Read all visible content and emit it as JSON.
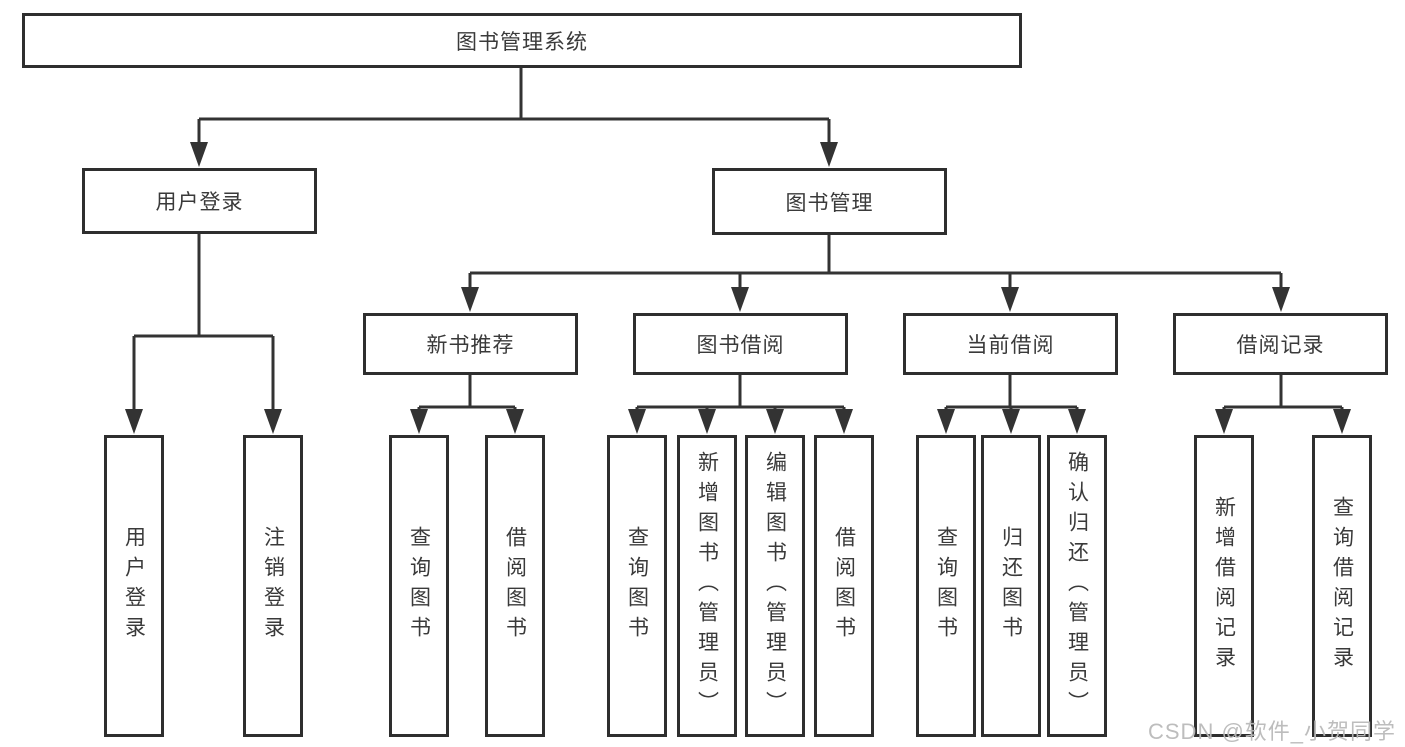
{
  "diagram": {
    "type": "functional-structure-tree",
    "colors": {
      "line": "#333333",
      "border": "#2e2e2e",
      "text": "#3a3a3a",
      "watermark": "#b9b9b9",
      "background": "#ffffff"
    }
  },
  "tree": {
    "root": {
      "label": "图书管理系统"
    },
    "children": [
      {
        "label": "用户登录",
        "children": [
          {
            "label": "用户登录"
          },
          {
            "label": "注销登录"
          }
        ]
      },
      {
        "label": "图书管理",
        "children": [
          {
            "label": "新书推荐",
            "children": [
              {
                "label": "查询图书"
              },
              {
                "label": "借阅图书"
              }
            ]
          },
          {
            "label": "图书借阅",
            "children": [
              {
                "label": "查询图书"
              },
              {
                "label": "新增图书（管理员）"
              },
              {
                "label": "编辑图书（管理员）"
              },
              {
                "label": "借阅图书"
              }
            ]
          },
          {
            "label": "当前借阅",
            "children": [
              {
                "label": "查询图书"
              },
              {
                "label": "归还图书"
              },
              {
                "label": "确认归还（管理员）"
              }
            ]
          },
          {
            "label": "借阅记录",
            "children": [
              {
                "label": "新增借阅记录"
              },
              {
                "label": "查询借阅记录"
              }
            ]
          }
        ]
      }
    ]
  },
  "watermark": {
    "text": "CSDN @软件_小贺同学"
  }
}
